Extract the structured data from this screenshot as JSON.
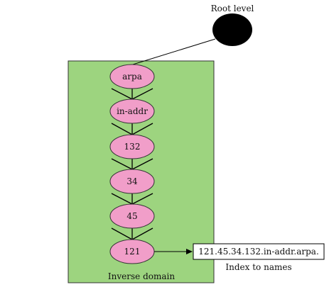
{
  "root": {
    "label": "Root level"
  },
  "domain": {
    "label": "Inverse domain",
    "nodes": [
      "arpa",
      "in-addr",
      "132",
      "34",
      "45",
      "121"
    ]
  },
  "result": {
    "address": "121.45.34.132.in-addr.arpa.",
    "caption": "Index to names"
  },
  "colors": {
    "domain_fill": "#9dd47f",
    "node_fill": "#f19ec9",
    "root_fill": "#000000",
    "line": "#000000"
  }
}
